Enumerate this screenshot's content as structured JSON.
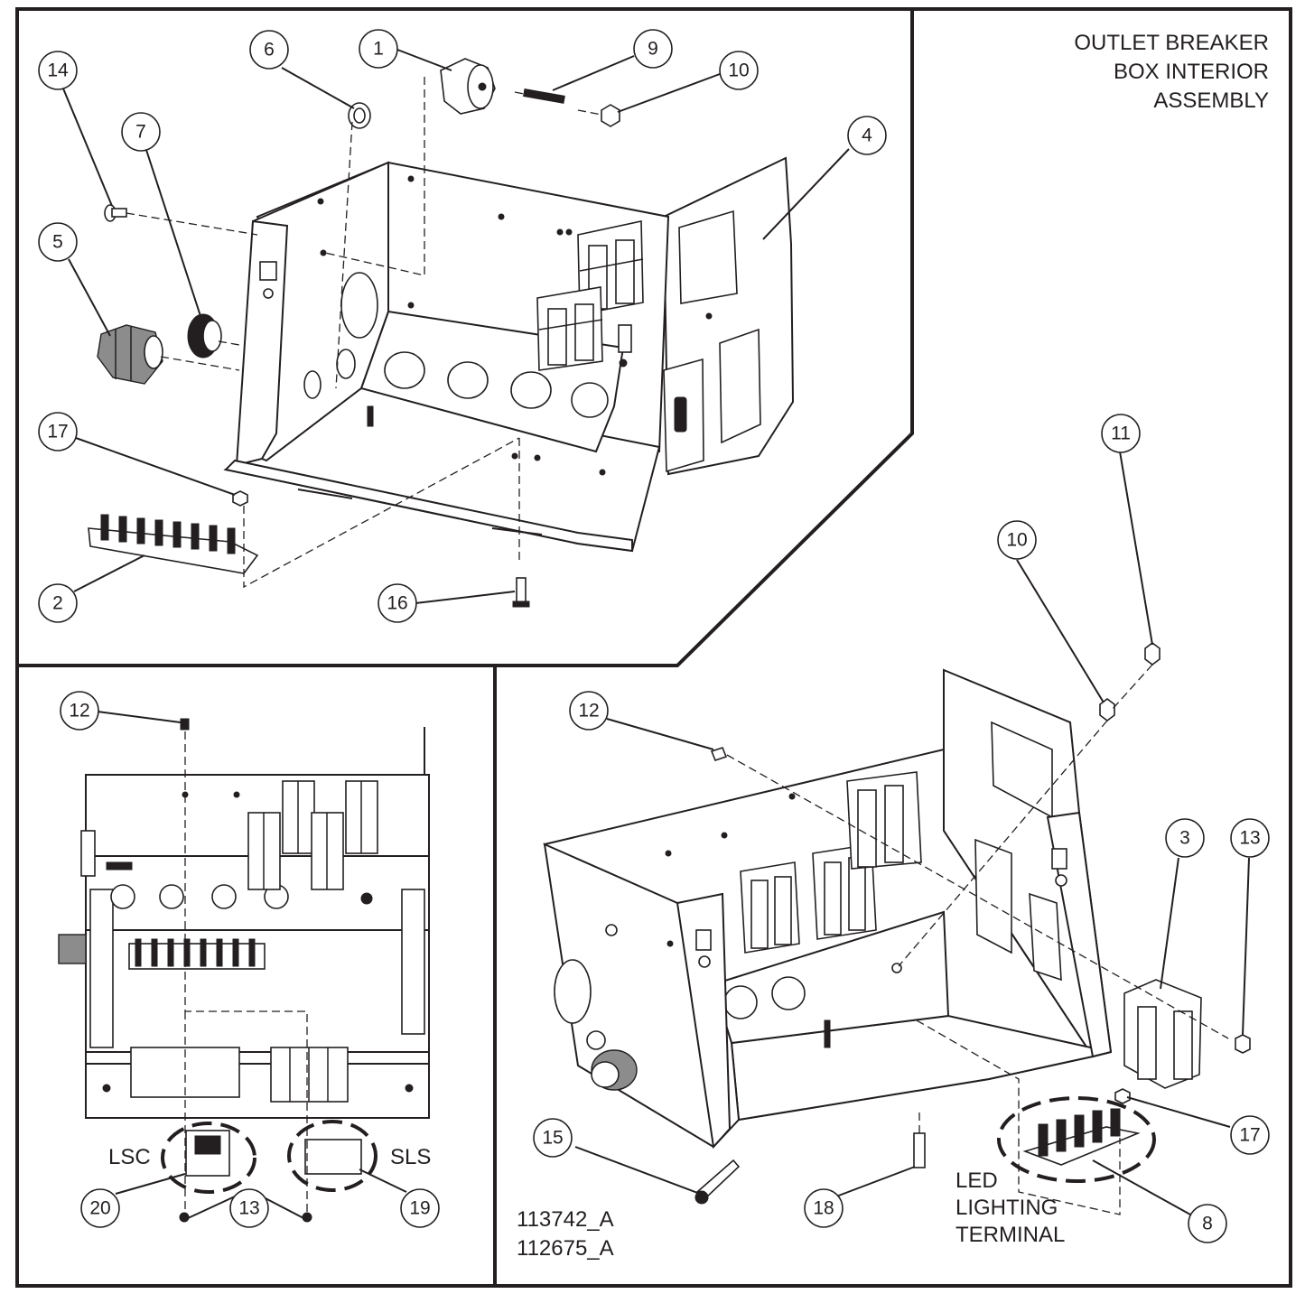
{
  "title_lines": [
    "OUTLET BREAKER",
    "BOX INTERIOR",
    "ASSEMBLY"
  ],
  "document_numbers": [
    "113742_A",
    "112675_A"
  ],
  "labels": {
    "lsc": "LSC",
    "sls": "SLS",
    "led_lines": [
      "LED",
      "LIGHTING",
      "TERMINAL"
    ]
  },
  "callouts": {
    "top_panel": [
      "6",
      "1",
      "9",
      "10",
      "14",
      "7",
      "4",
      "5",
      "17",
      "2",
      "16"
    ],
    "bottom_left_panel": [
      "12",
      "LSC",
      "SLS",
      "20",
      "13",
      "19"
    ],
    "bottom_right_panel": [
      "11",
      "10",
      "12",
      "3",
      "13",
      "15",
      "17",
      "18",
      "8"
    ]
  }
}
